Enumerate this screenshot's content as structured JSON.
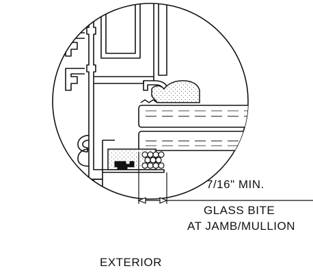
{
  "detail": {
    "dimension_label": "7/16\" MIN.",
    "note_line1": "GLASS BITE",
    "note_line2": "AT JAMB/MULLION",
    "side_label": "EXTERIOR"
  }
}
